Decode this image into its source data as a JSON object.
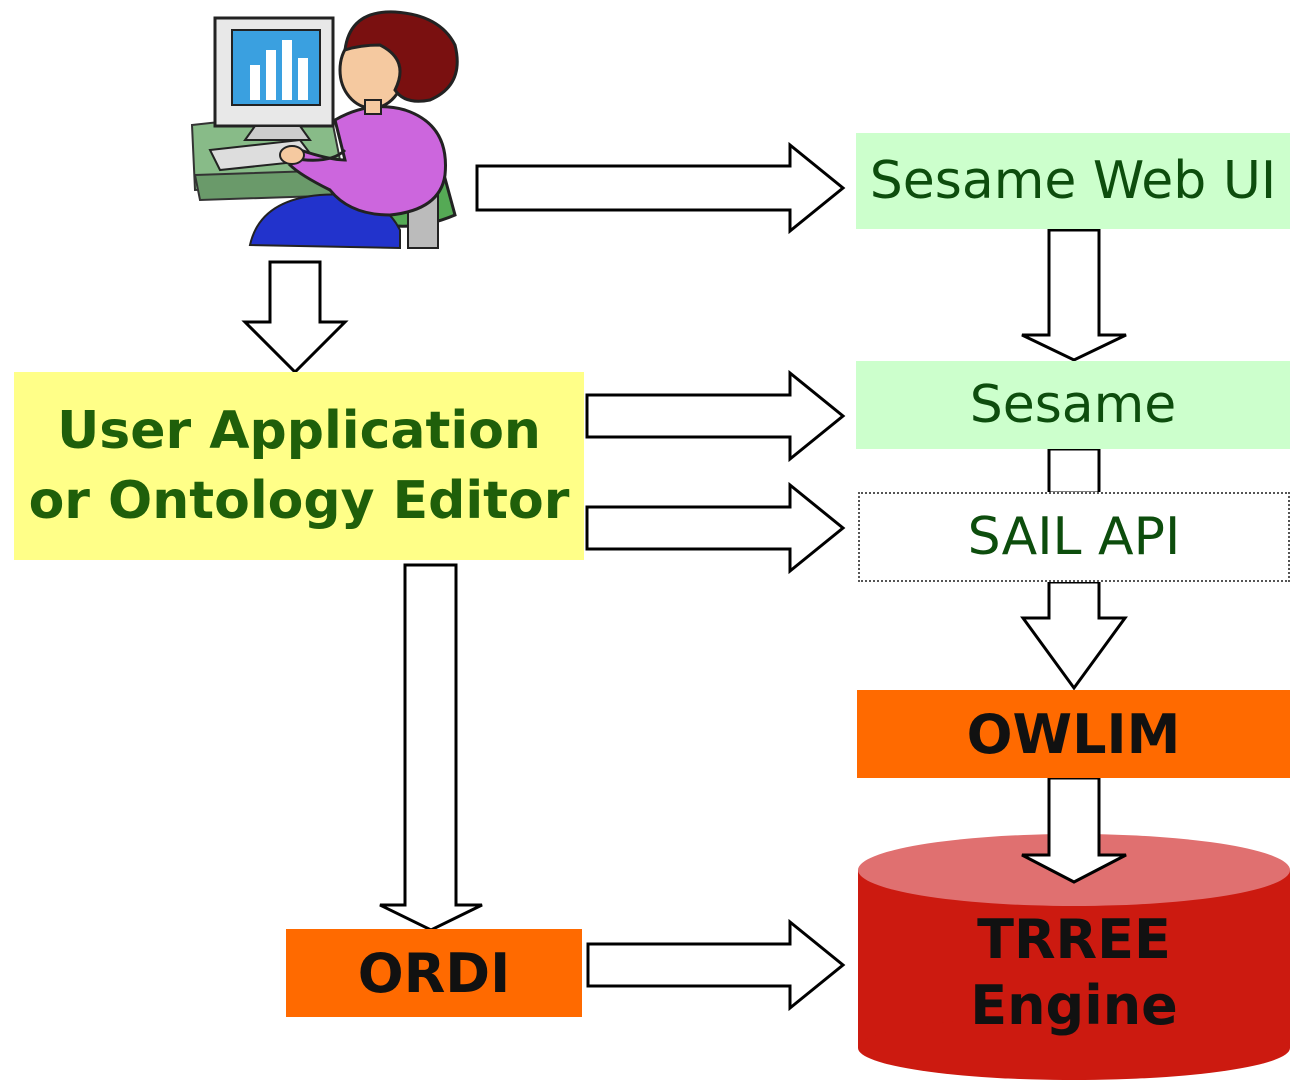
{
  "nodes": {
    "sesame_web_ui": "Sesame Web UI",
    "sesame": "Sesame",
    "sail_api": "SAIL API",
    "owlim": "OWLIM",
    "user_app_line1": "User Application",
    "user_app_line2": "or Ontology Editor",
    "ordi": "ORDI",
    "trree_line1": "TRREE",
    "trree_line2": "Engine"
  },
  "icons": {
    "user": "user-at-computer-icon",
    "database": "database-cylinder-icon"
  },
  "colors": {
    "green_box": "#ccffcc",
    "yellow_box": "#ffff88",
    "orange_box": "#ff6a00",
    "cylinder": "#cc1a10",
    "cylinder_top": "#e07070"
  }
}
